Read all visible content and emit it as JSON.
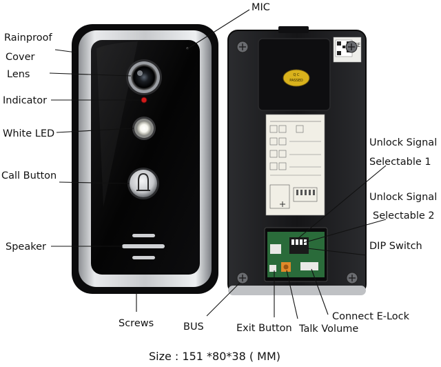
{
  "labels": {
    "mic": "MIC",
    "rainproof_cover_1": "Rainproof",
    "rainproof_cover_2": "Cover",
    "lens": "Lens",
    "indicator": "Indicator",
    "white_led": "White LED",
    "call_button": "Call Button",
    "speaker": "Speaker",
    "screws": "Screws",
    "bus": "BUS",
    "exit_button": "Exit Button",
    "talk_volume": "Talk Volume",
    "connect_elock": "Connect E-Lock",
    "dip_switch": "DIP Switch",
    "unlock_signal_1a": "Unlock Signal",
    "unlock_signal_1b": "Selectable 1",
    "unlock_signal_2a": "Unlock Signal",
    "unlock_signal_2b": "Selectable 2"
  },
  "stickers": {
    "qc_1": "Q C",
    "qc_2": "PASSED",
    "ce": "CE"
  },
  "caption": "Size : 151 *80*38 ( MM)",
  "colors": {
    "frame_silver": "#c9cbce",
    "front_panel": "#050505",
    "back_body": "#1b1b1d",
    "label_sheet": "#f1efe6",
    "indicator_red": "#d11a1a",
    "pcb_green": "#2a6b3a",
    "connector_orange": "#e08a2a"
  }
}
